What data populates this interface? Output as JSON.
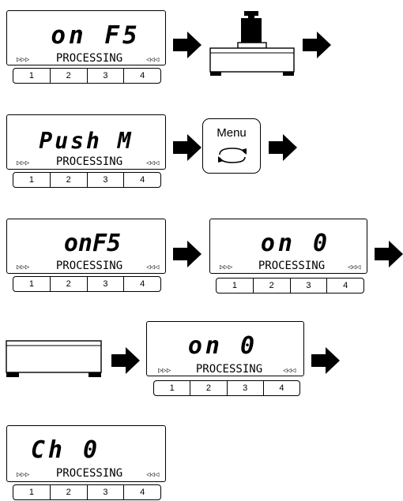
{
  "displays": [
    {
      "main": "on F5",
      "status": "PROCESSING",
      "keys": [
        "1",
        "2",
        "3",
        "4"
      ]
    },
    {
      "main": "Push M",
      "status": "PROCESSING",
      "keys": [
        "1",
        "2",
        "3",
        "4"
      ]
    },
    {
      "main": "onF5",
      "status": "PROCESSING",
      "keys": [
        "1",
        "2",
        "3",
        "4"
      ]
    },
    {
      "main": "on 0",
      "status": "PROCESSING",
      "keys": [
        "1",
        "2",
        "3",
        "4"
      ]
    },
    {
      "main": "on 0",
      "status": "PROCESSING",
      "keys": [
        "1",
        "2",
        "3",
        "4"
      ]
    },
    {
      "main": "Ch 0",
      "status": "PROCESSING",
      "keys": [
        "1",
        "2",
        "3",
        "4"
      ]
    }
  ],
  "menu_button": {
    "label": "Menu"
  },
  "indicator_left": "▷▷▷",
  "indicator_right": "◁◁◁",
  "icons": {
    "arrow": "right-arrow-icon",
    "menu": "menu-cycle-icon",
    "scale": "weighing-scale-icon",
    "weight": "calibration-weight-icon"
  }
}
